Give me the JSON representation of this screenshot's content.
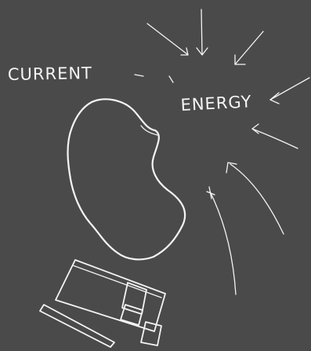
{
  "background_color": "#4a4a4b",
  "chalk_color": "#f4f4f4",
  "labels": {
    "current": "CURRENT",
    "energy": "ENERGY"
  },
  "icons": {
    "blob": "irregular-blob-outline",
    "device": "device-box-with-windows-sketch",
    "arrows": "arrow-icon"
  }
}
